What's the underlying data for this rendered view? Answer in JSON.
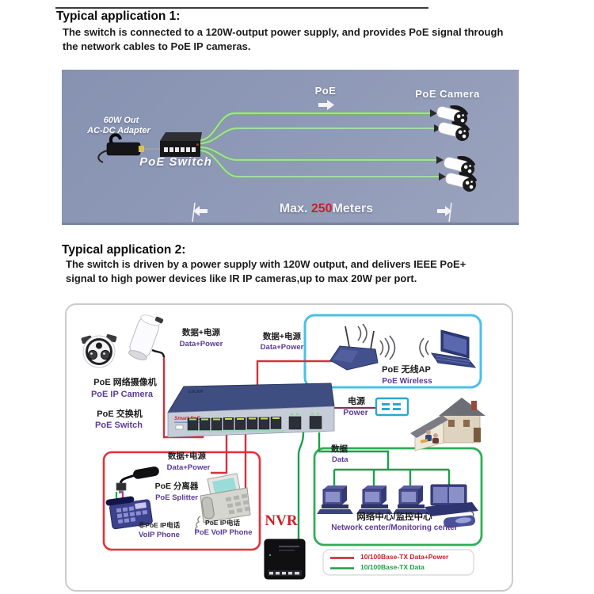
{
  "app1": {
    "heading": "Typical application 1:",
    "body_line1": "The switch is connected to a 120W-output power supply, and provides PoE signal through",
    "body_line2": "the network cables to PoE IP cameras."
  },
  "app2": {
    "heading": "Typical application 2:",
    "body_line1": "The switch is driven by a power supply with 120W output, and delivers IEEE PoE+",
    "body_line2": "signal to high power devices like IR IP cameras,up to max 20W per port."
  },
  "diagram1": {
    "adapter_line1": "60W Out",
    "adapter_line2": "AC-DC Adapter",
    "switch_label": "PoE Switch",
    "poe_label": "PoE",
    "camera_label": "PoE Camera",
    "max_prefix": "Max.",
    "max_value": "250",
    "max_unit": "Meters"
  },
  "diagram2": {
    "dp1_cn": "数据+电源",
    "dp1_en": "Data+Power",
    "dp2_cn": "数据+电源",
    "dp2_en": "Data+Power",
    "camera_cn": "PoE 网络摄像机",
    "camera_en": "PoE IP Camera",
    "switch_cn": "PoE 交换机",
    "switch_en": "PoE Switch",
    "switch_brand": "Smart PoE",
    "switch_logo": "ESCAM",
    "ap_cn": "PoE 无线AP",
    "ap_en": "PoE Wireless",
    "power_cn": "电源",
    "power_en": "Power",
    "dp3_cn": "数据+电源",
    "dp3_en": "Data+Power",
    "splitter_cn": "PoE 分离器",
    "splitter_en": "PoE  Splitter",
    "voip1_cn": "非PoE IP电话",
    "voip1_en": "VoIP Phone",
    "voip2_cn": "PoE IP电话",
    "voip2_en": "PoE VoIP Phone",
    "nvr_label": "NVR",
    "data_cn": "数据",
    "data_en": "Data",
    "center_cn": "网络中心/监控中心",
    "center_en": "Network center/Monitoring center",
    "legend_power": "10/100Base-TX Data+Power",
    "legend_data": "10/100Base-TX Data"
  },
  "colors": {
    "purple_text": "#5b3a96",
    "max_red": "#cc1f26",
    "nvr_red": "#cc2128",
    "legend_red": "#c8202a",
    "legend_green": "#1e9e46",
    "red_cable": "#d4303c",
    "green_cable": "#1ba04b",
    "poe_cable_green": "#9ed495",
    "cyan_box": "#49c0ea",
    "red_box": "#e5303c",
    "green_box": "#2fae57",
    "diagram1_bg": "#8e99b7",
    "switch_navy": "#3f4e80"
  }
}
